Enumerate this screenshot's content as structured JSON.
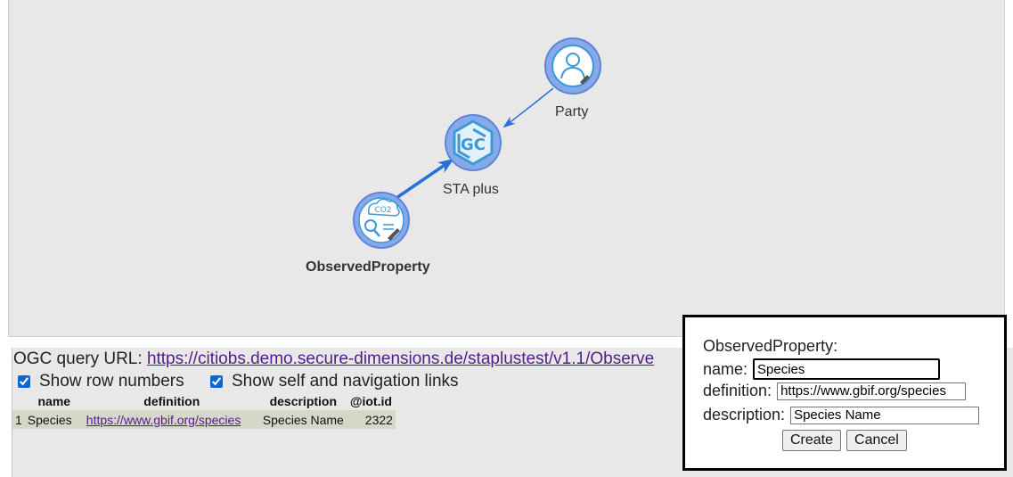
{
  "graph": {
    "nodes": [
      {
        "id": "party",
        "label": "Party",
        "icon": "person-icon",
        "bold": false
      },
      {
        "id": "sta",
        "label": "STA plus",
        "icon": "ogc-logo-icon",
        "bold": false
      },
      {
        "id": "observedproperty",
        "label": "ObservedProperty",
        "icon": "co2-search-icon",
        "bold": true
      }
    ],
    "colors": {
      "node_fill": "#87a9ea",
      "node_inner": "#ffffff",
      "edge": "#2a6fdb",
      "accent": "#3a9ad9"
    }
  },
  "query": {
    "label": "OGC query URL:",
    "url": "https://citiobs.demo.secure-dimensions.de/staplustest/v1.1/Observe"
  },
  "options": {
    "row_numbers": {
      "label": "Show row numbers",
      "checked": true
    },
    "nav_links": {
      "label": "Show self and navigation links",
      "checked": true
    }
  },
  "table": {
    "headers": [
      "",
      "name",
      "definition",
      "description",
      "@iot.id"
    ],
    "rows": [
      {
        "num": "1",
        "name": "Species",
        "definition": "https://www.gbif.org/species",
        "description": "Species Name",
        "id": "2322"
      }
    ]
  },
  "dialog": {
    "title": "ObservedProperty:",
    "name_label": "name:",
    "name_value": "Species",
    "definition_label": "definition:",
    "definition_value": "https://www.gbif.org/species",
    "description_label": "description:",
    "description_value": "Species Name",
    "create_label": "Create",
    "cancel_label": "Cancel"
  }
}
